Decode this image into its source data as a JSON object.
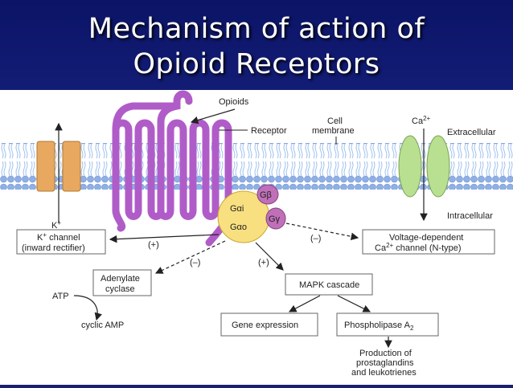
{
  "slide": {
    "title_line1": "Mechanism of action of",
    "title_line2": "Opioid Receptors"
  },
  "diagram": {
    "opioids": "Opioids",
    "receptor": "Receptor",
    "cell_membrane_1": "Cell",
    "cell_membrane_2": "membrane",
    "ca_ion": "Ca",
    "ca_charge": "2+",
    "extracellular": "Extracellular",
    "intracellular": "Intracellular",
    "k_ion": "K",
    "k_charge": "+",
    "g_alpha_i": "Gαi",
    "g_alpha_o": "Gαo",
    "g_beta": "Gβ",
    "g_gamma": "Gγ",
    "k_channel_1": "K",
    "k_channel_1b": "+",
    "k_channel_1c": " channel",
    "k_channel_2": "(inward rectifier)",
    "plus_1": "(+)",
    "minus_1": "(–)",
    "minus_2": "(–)",
    "plus_2": "(+)",
    "vdcc_1": "Voltage-dependent",
    "vdcc_2a": "Ca",
    "vdcc_2b": "2+",
    "vdcc_2c": " channel (N-type)",
    "adenylate_1": "Adenylate",
    "adenylate_2": "cyclase",
    "atp": "ATP",
    "camp": "cyclic AMP",
    "mapk": "MAPK cascade",
    "gene_expression": "Gene expression",
    "phospholipase": "Phospholipase A",
    "phospholipase_sub": "2",
    "production_1": "Production of",
    "production_2": "prostaglandins",
    "production_3": "and leukotrienes"
  },
  "colors": {
    "slide_bg": "#1e2a8c",
    "membrane": "#9ab8e8",
    "receptor": "#b05cc8",
    "k_channel": "#e8a860",
    "ca_channel": "#b8e090",
    "g_alpha": "#f8e080",
    "g_beta_gamma": "#c070b8"
  }
}
